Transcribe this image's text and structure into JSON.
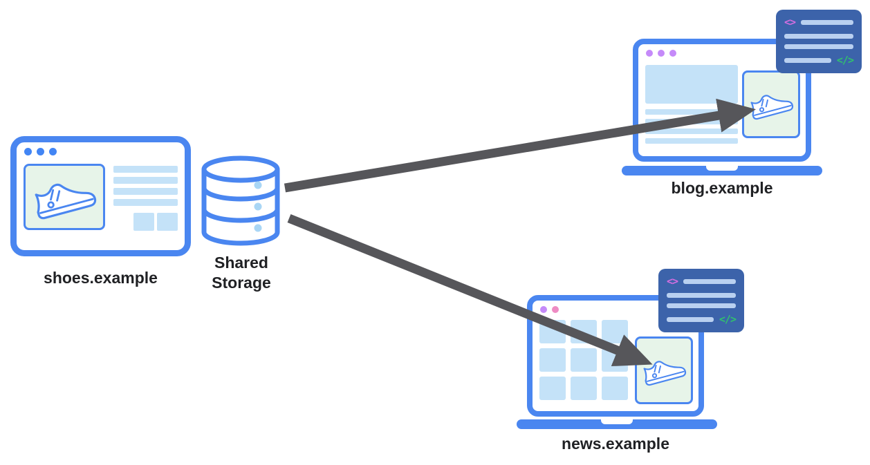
{
  "diagram": {
    "type": "architecture-diagram",
    "nodes": [
      "shoes.example browser",
      "Shared Storage database",
      "blog.example laptop with embedded ad",
      "news.example laptop with embedded ad"
    ],
    "edges": [
      {
        "from": "shared-storage",
        "to": "blog.example ad slot"
      },
      {
        "from": "shared-storage",
        "to": "news.example ad slot"
      }
    ]
  },
  "labels": {
    "shoes_site": "shoes.example",
    "shared_storage": "Shared Storage",
    "blog_site": "blog.example",
    "news_site": "news.example"
  },
  "icons": {
    "code_open": "<>",
    "code_close": "</>"
  },
  "colors": {
    "window_blue": "#4a86f0",
    "light_blue_fill": "#c4e2f8",
    "ad_green_bg": "#e7f4e9",
    "code_card_blue": "#3c63aa",
    "code_line_blue": "#b9d0f0",
    "magenta_accent": "#d36ee0",
    "green_accent": "#31c06e",
    "purple_dot": "#c58af9",
    "pink_dot": "#ee8bc3",
    "blue_dot": "#4285f4",
    "arrow_gray": "#56565a",
    "label_text": "#202124"
  }
}
